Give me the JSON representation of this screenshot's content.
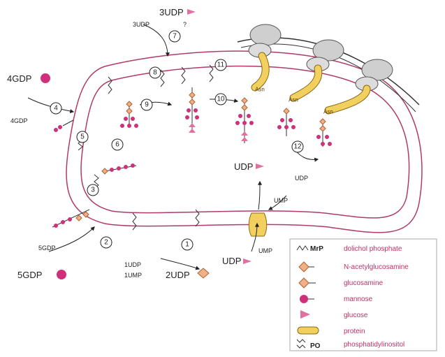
{
  "reactants": {
    "udp3": "3UDP",
    "udp3_small": "3UDP",
    "question": "?",
    "gdp4": "4GDP",
    "gdp4_small": "4GDP",
    "gdp5": "5GDP",
    "gdp5_small": "5GDP",
    "udp2": "2UDP",
    "udp1": "1UDP",
    "ump1": "1UMP",
    "udp_in": "UDP",
    "ump_in": "UMP",
    "udp_right": "UDP",
    "udp_right_small": "UDP",
    "ump_right": "UMP"
  },
  "steps": [
    "1",
    "2",
    "3",
    "4",
    "5",
    "6",
    "7",
    "8",
    "9",
    "10",
    "11",
    "12"
  ],
  "asn_label": "Asn",
  "legend": {
    "items": [
      {
        "key": "dolichol",
        "symbol": "MrP",
        "label": "dolichol phosphate"
      },
      {
        "key": "glcnac",
        "label": "N-acetylglucosamine"
      },
      {
        "key": "glcn",
        "label": "glucosamine"
      },
      {
        "key": "man",
        "label": "mannose"
      },
      {
        "key": "glc",
        "label": "glucose"
      },
      {
        "key": "protein",
        "label": "protein"
      },
      {
        "key": "pi",
        "symbol": "PO",
        "label": "phosphatidylinositol"
      }
    ]
  },
  "colors": {
    "membrane": "#b03a6a",
    "mannose": "#d0307a",
    "glucose": "#e070a0",
    "glcnac": "#f0b088",
    "protein": "#f2d060",
    "protein_stroke": "#8a6a10",
    "ribosome": "#cfcfcf",
    "dark": "#1f2a44"
  }
}
